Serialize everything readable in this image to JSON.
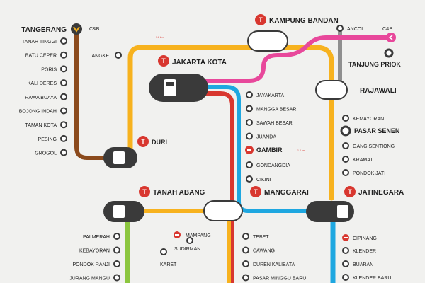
{
  "colors": {
    "brown": "#8b4a1c",
    "yellow": "#f7b21e",
    "pink": "#e8489b",
    "red": "#d8372f",
    "blue": "#1ea7e0",
    "gray": "#8f8f8f",
    "green": "#8cc63f",
    "hub": "#3a3a3a"
  },
  "map": {
    "termini": {
      "tangerang": "Tangerang",
      "ancol": "Ancol",
      "tanjung_priok": "Tanjung Priok"
    },
    "hubs": {
      "jakarta_kota": "Jakarta Kota",
      "kampung_bandan": "Kampung Bandan",
      "duri": "Duri",
      "tanah_abang": "Tanah Abang",
      "manggarai": "Manggarai",
      "jatinegara": "Jatinegara"
    },
    "west_line": [
      "Tanah Tinggi",
      "Batu Ceper",
      "Poris",
      "Kali Deres",
      "Rawa Buaya",
      "Bojong Indah",
      "Taman Kota",
      "Pesing",
      "Grogol"
    ],
    "angke": "Angke",
    "central_line": [
      "Jayakarta",
      "Mangga Besar",
      "Sawah Besar",
      "Juanda"
    ],
    "gambir": "Gambir",
    "central_line_2": [
      "Gondangdia",
      "Cikini"
    ],
    "rajawali": "Rajawali",
    "east_line": [
      "Kemayoran"
    ],
    "pasar_senen": "Pasar Senen",
    "east_line_2": [
      "Gang Sentiong",
      "Kramat",
      "Pondok Jati"
    ],
    "southwest_line": [
      "Palmerah",
      "Kebayoran",
      "Pondok Ranji",
      "Jurang Mangu"
    ],
    "mampang": "Mampang",
    "sudirman": "Sudirman",
    "karet": "Karet",
    "south_line": [
      "Tebet",
      "Cawang",
      "Duren Kalibata",
      "Pasar Minggu Baru"
    ],
    "cipinang": "Cipinang",
    "southeast_line": [
      "Klender",
      "Buaran",
      "Klender Baru"
    ],
    "legend_marks": [
      "C&B",
      "C&B"
    ],
    "distances": [
      "1.6 km",
      "1.4 km"
    ]
  }
}
